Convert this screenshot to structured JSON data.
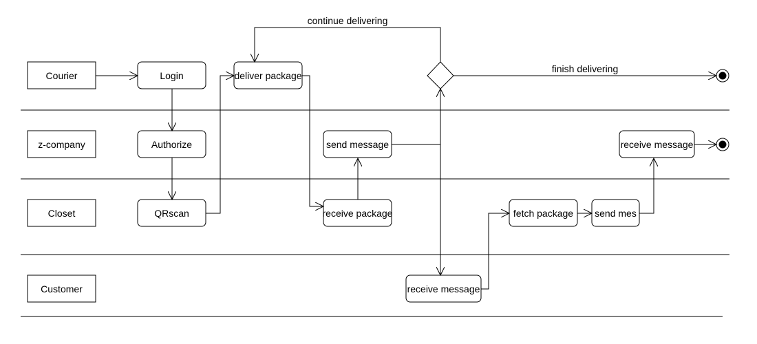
{
  "lanes": {
    "courier": "Courier",
    "zcompany": "z-company",
    "closet": "Closet",
    "customer": "Customer"
  },
  "activities": {
    "login": "Login",
    "authorize": "Authorize",
    "qrscan": "QRscan",
    "deliver_package": "deliver package",
    "send_message": "send message",
    "receive_package": "receive package",
    "receive_message_customer": "receive message",
    "fetch_package": "fetch package",
    "send_mes": "send mes",
    "receive_message_zcompany": "receive message"
  },
  "labels": {
    "continue_delivering": "continue delivering",
    "finish_delivering": "finish delivering"
  },
  "colors": {
    "stroke": "#000000",
    "fill": "#ffffff"
  }
}
